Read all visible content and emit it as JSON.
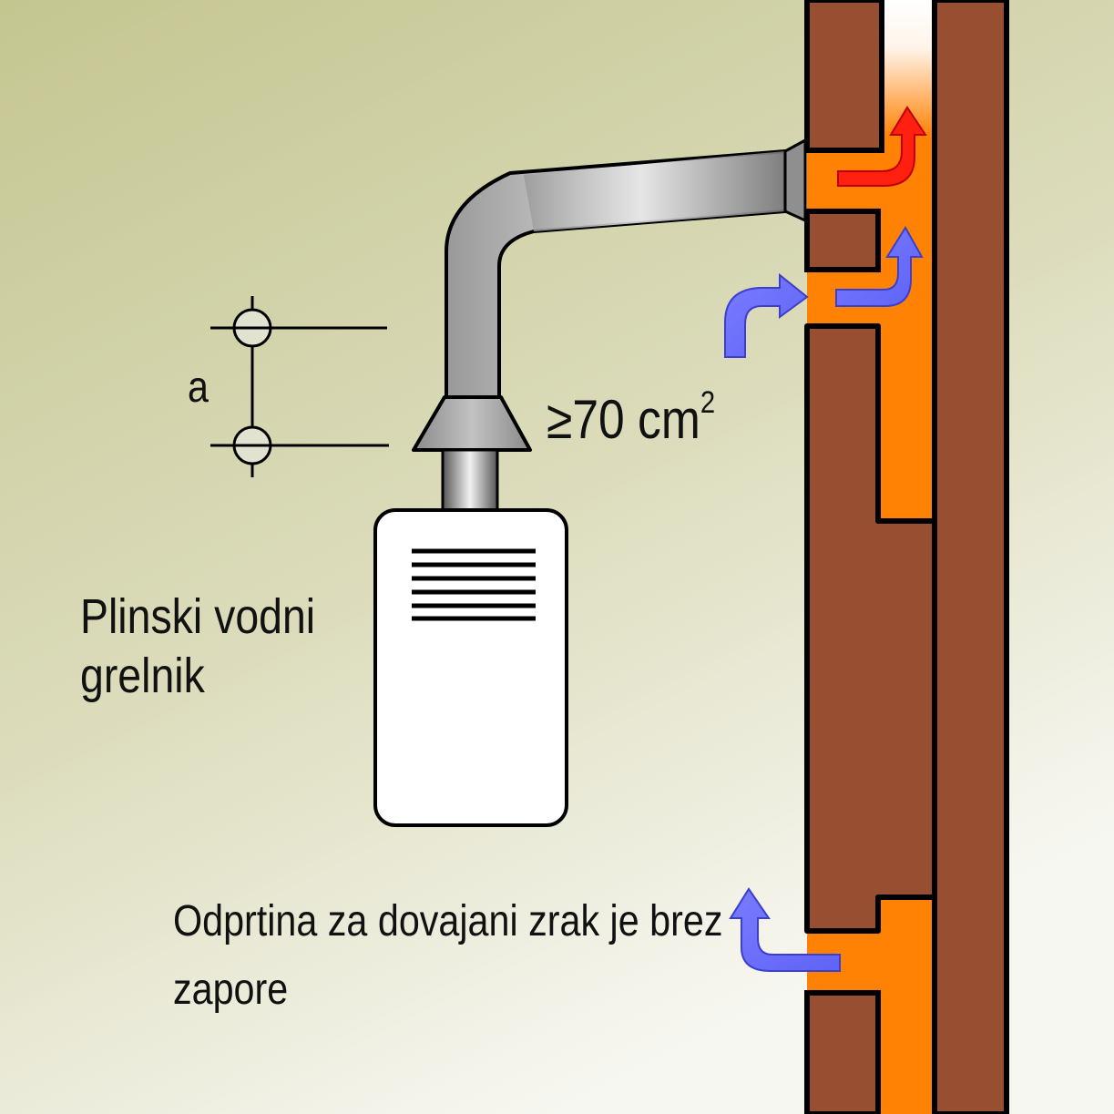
{
  "labels": {
    "dimension_a": "a",
    "area_value": "≥70 cm",
    "area_exponent": "2",
    "heater_line1": "Plinski vodni",
    "heater_line2": "grelnik",
    "air_inlet_line1": "Odprtina za dovajani zrak je brez",
    "air_inlet_line2": "zapore"
  },
  "colors": {
    "background_top": "#c6c893",
    "background_bottom": "#f6f6ef",
    "wall_brick": "#984f31",
    "flue_orange": "#ff8204",
    "exhaust_arrow_red": "#ff2010",
    "air_arrow_blue": "#6f72ff",
    "pipe_gray": "#a8a8a8",
    "heater_white": "#ffffff"
  },
  "icons": {
    "exhaust_arrow": "red-curved-arrow-icon",
    "air_arrows": "blue-curved-arrow-icon",
    "center_marks": "crosshair-circle-icon"
  }
}
